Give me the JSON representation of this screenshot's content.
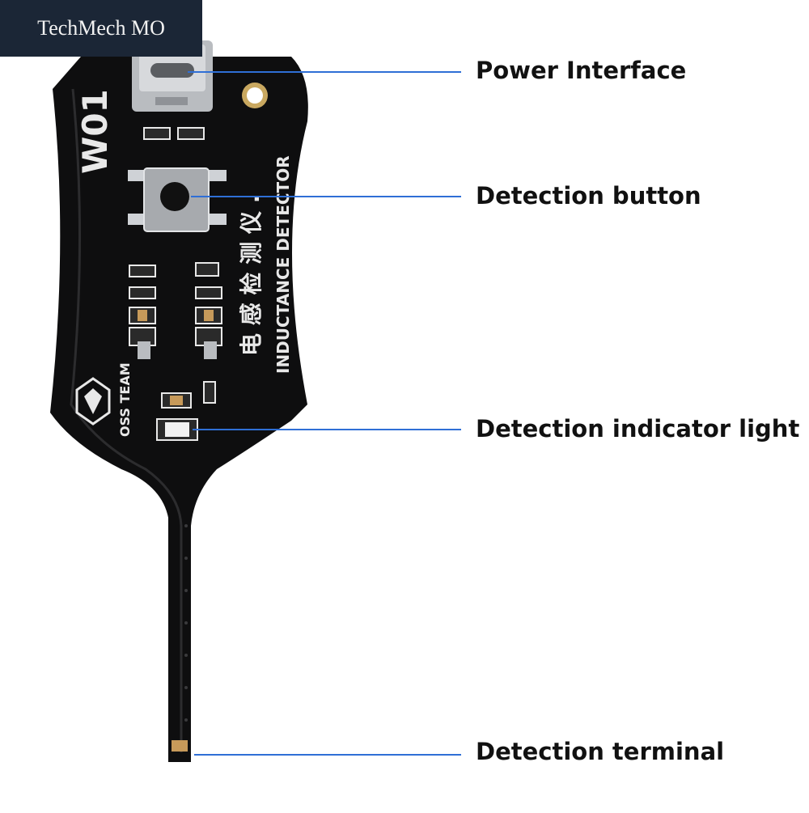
{
  "watermark": {
    "text": "TechMech MO"
  },
  "board": {
    "model": "W01",
    "chinese_text": "电 感 检 测 仪 .",
    "english_text": "INDUCTANCE DETECTOR",
    "brand_text": "OSS TEAM",
    "colors": {
      "pcb": "#0e0e0f",
      "silkscreen": "#e8e8e8",
      "copper": "#c79a5a",
      "metal": "#b9bcc0",
      "accent_line": "#2f6fd6"
    }
  },
  "callouts": [
    {
      "label": "Power Interface"
    },
    {
      "label": "Detection button"
    },
    {
      "label": "Detection indicator light"
    },
    {
      "label": "Detection terminal"
    }
  ]
}
